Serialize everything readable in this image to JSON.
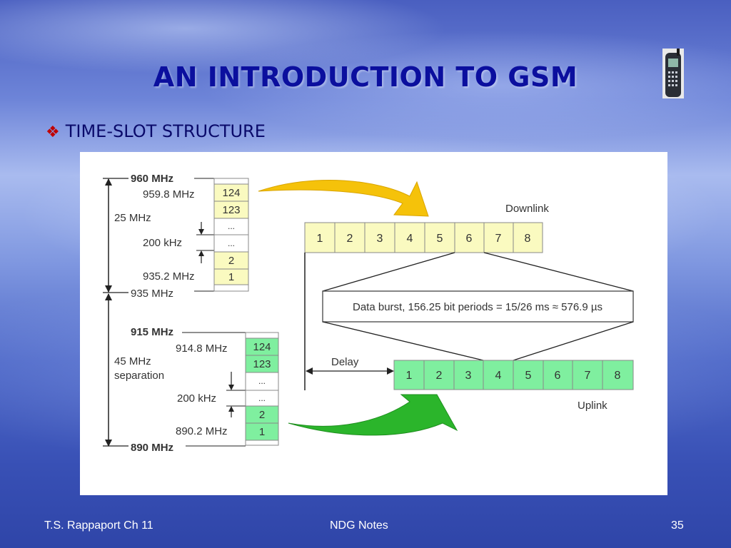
{
  "slide": {
    "title": "AN INTRODUCTION TO GSM",
    "bullet": "TIME-SLOT STRUCTURE",
    "bullet_icon": "diamond-bullet-icon",
    "phone_icon": "mobile-phone-icon"
  },
  "diagram": {
    "downlink": {
      "top_label": "960 MHz",
      "top_channel_label": "959.8 MHz",
      "bandwidth_label": "25 MHz",
      "spacing_label": "200 kHz",
      "bottom_channel_label": "935.2 MHz",
      "bottom_label": "935 MHz",
      "channels": [
        "124",
        "123",
        "...",
        "...",
        "2",
        "1"
      ],
      "name": "Downlink"
    },
    "uplink": {
      "top_label": "915 MHz",
      "top_channel_label": "914.8 MHz",
      "separation_label_1": "45 MHz",
      "separation_label_2": "separation",
      "spacing_label": "200 kHz",
      "bottom_channel_label": "890.2 MHz",
      "bottom_label": "890 MHz",
      "channels": [
        "124",
        "123",
        "...",
        "...",
        "2",
        "1"
      ],
      "name": "Uplink"
    },
    "downlink_slots": [
      "1",
      "2",
      "3",
      "4",
      "5",
      "6",
      "7",
      "8"
    ],
    "uplink_slots": [
      "1",
      "2",
      "3",
      "4",
      "5",
      "6",
      "7",
      "8"
    ],
    "burst_text": "Data burst, 156.25 bit periods = 15/26 ms ≈ 576.9 µs",
    "delay_label": "Delay",
    "colors": {
      "downlink_fill": "#fafac0",
      "uplink_fill": "#7fef9f",
      "down_arrow": "#f5c20a",
      "up_arrow": "#2bb52b"
    }
  },
  "footer": {
    "left": "T.S. Rappaport Ch 11",
    "center": "NDG Notes",
    "page": "35"
  }
}
